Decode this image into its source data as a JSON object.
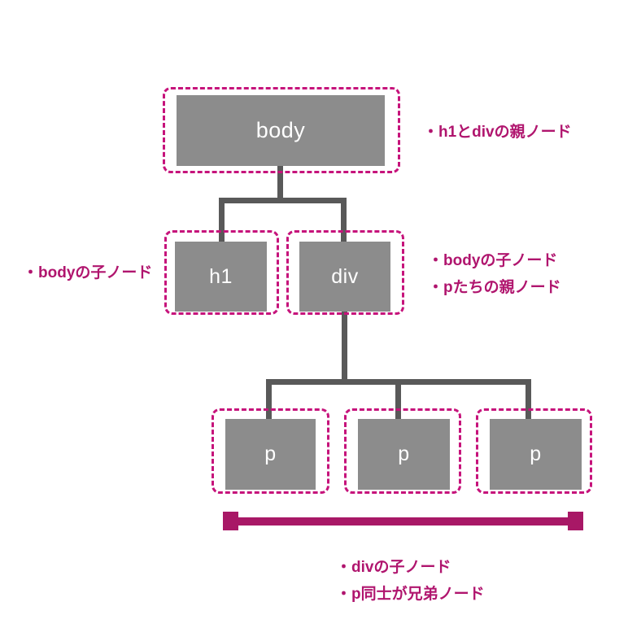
{
  "diagram": {
    "nodes": {
      "body": {
        "label": "body"
      },
      "h1": {
        "label": "h1"
      },
      "div": {
        "label": "div"
      },
      "p1": {
        "label": "p"
      },
      "p2": {
        "label": "p"
      },
      "p3": {
        "label": "p"
      }
    },
    "annotations": {
      "body_right": "・h1とdivの親ノード",
      "h1_left": "・bodyの子ノード",
      "div_right_1": "・bodyの子ノード",
      "div_right_2": "・pたちの親ノード",
      "bottom_1": "・divの子ノード",
      "bottom_2": "・p同士が兄弟ノード"
    },
    "colors": {
      "background": "#ffffff",
      "node_fill": "#8c8c8c",
      "node_text": "#ffffff",
      "connector": "#595959",
      "accent_text": "#b0156e",
      "dotted_border": "#c6137b",
      "bracket": "#a81866"
    }
  }
}
